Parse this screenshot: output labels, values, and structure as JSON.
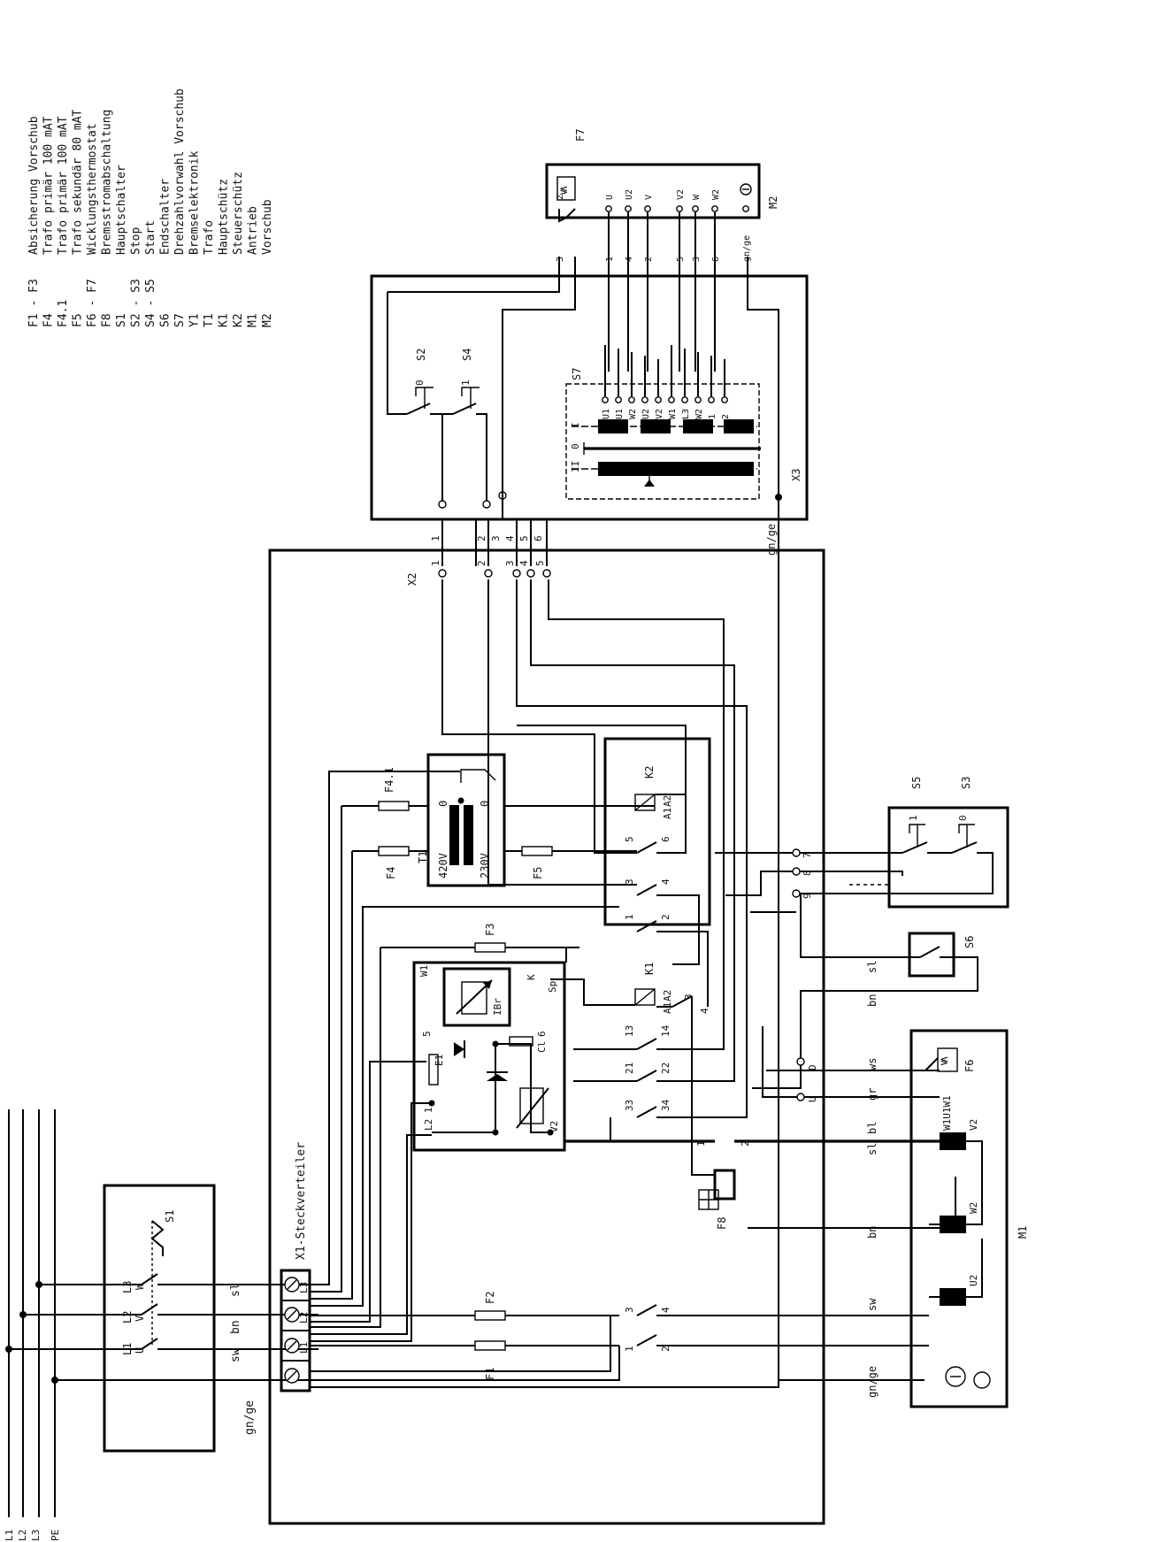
{
  "legend": [
    {
      "code": "F1 - F3",
      "text": "Absicherung Vorschub"
    },
    {
      "code": "F4",
      "text": "Trafo primär       100 mAT"
    },
    {
      "code": "F4.1",
      "text": "Trafo primär       100 mAT"
    },
    {
      "code": "F5",
      "text": "Trafo sekundär      80 mAT"
    },
    {
      "code": "F6 - F7",
      "text": "Wicklungsthermostat"
    },
    {
      "code": "F8",
      "text": "Bremsstromabschaltung"
    },
    {
      "code": "S1",
      "text": "Hauptschalter"
    },
    {
      "code": "S2 - S3",
      "text": "Stop"
    },
    {
      "code": "S4 - S5",
      "text": "Start"
    },
    {
      "code": "S6",
      "text": "Endschalter"
    },
    {
      "code": "S7",
      "text": "Drehzahlvorwahl Vorschub"
    },
    {
      "code": "Y1",
      "text": "Bremselektronik"
    },
    {
      "code": "T1",
      "text": "Trafo"
    },
    {
      "code": "K1",
      "text": "Hauptschütz"
    },
    {
      "code": "K2",
      "text": "Steuerschütz"
    },
    {
      "code": "M1",
      "text": "Antrieb"
    },
    {
      "code": "M2",
      "text": "Vorschub"
    }
  ],
  "supply": {
    "l1": "L1",
    "l2": "L2",
    "l3": "L3",
    "pe": "PE"
  },
  "s1": {
    "name": "S1",
    "u": "U",
    "v": "V",
    "w": "W",
    "l1": "L1",
    "l2": "L2",
    "l3": "L3"
  },
  "x1": {
    "name": "X1-Steckverteiler",
    "l1": "L1",
    "l2": "L2",
    "l3": "L3"
  },
  "wires": {
    "sw": "sw",
    "bn": "bn",
    "sl": "sl",
    "gnge": "gn/ge",
    "ws": "ws",
    "gr": "gr",
    "bl": "bl"
  },
  "trafo": {
    "name": "T1",
    "primary": "420V",
    "secondary": "230V",
    "zero": "0"
  },
  "fuses": {
    "f1": "F1",
    "f2": "F2",
    "f3": "F3",
    "f4": "F4",
    "f41": "F4.1",
    "f5": "F5",
    "f6": "F6",
    "f7": "F7",
    "f8": "F8"
  },
  "brake": {
    "ibr": "IBr",
    "w1": "W1",
    "t5": "5",
    "t6": "6",
    "cl": "Cl",
    "e1": "E1",
    "k": "K",
    "sp": "Sp",
    "l21": "L2 1",
    "v2": "V2"
  },
  "contactors": {
    "k1": "K1",
    "k2": "K2",
    "a1": "A1",
    "a2": "A2",
    "c1": "1",
    "c2": "2",
    "c3": "3",
    "c4": "4",
    "c5": "5",
    "c6": "6",
    "c13": "13",
    "c14": "14",
    "c21": "21",
    "c22": "22",
    "c33": "33",
    "c34": "34"
  },
  "x2": {
    "name": "X2",
    "p1": "1",
    "p2": "2",
    "p3": "3",
    "p4": "4",
    "p5": "5",
    "p6": "6",
    "p7": "7",
    "p8": "8",
    "p9": "9"
  },
  "x3": {
    "name": "X3"
  },
  "switches": {
    "s2": "S2",
    "s3": "S3",
    "s4": "S4",
    "s5": "S5",
    "s6": "S6",
    "s7": "S7",
    "zero": "0",
    "one": "1",
    "s7_i": "I",
    "s7_ii": "II"
  },
  "s7_terminals": [
    "U1",
    "U1",
    "W2",
    "U2",
    "V2",
    "W1",
    "L3",
    "W2",
    "1",
    "2"
  ],
  "m2_terminals": [
    {
      "top": "3",
      "bottom": "2"
    },
    {
      "top": "1",
      "bottom": "U"
    },
    {
      "top": "4",
      "bottom": "U2"
    },
    {
      "top": "2",
      "bottom": "V"
    },
    {
      "top": "5",
      "bottom": "V2"
    },
    {
      "top": "3",
      "bottom": "W"
    },
    {
      "top": "6",
      "bottom": "W2"
    },
    {
      "top": "gn/ge",
      "bottom": ""
    }
  ],
  "motors": {
    "m1": "M1",
    "m2": "M2",
    "w1u1": "W1U1W1",
    "v2": "V2",
    "w2": "W2",
    "u2": "U2",
    "d": "D",
    "u": "U"
  }
}
